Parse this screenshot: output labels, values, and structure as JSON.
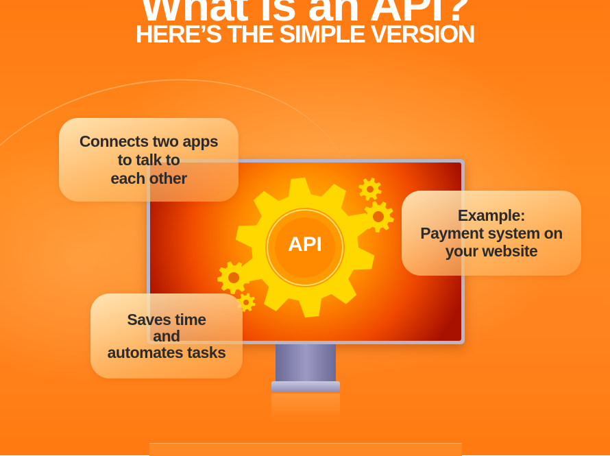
{
  "header": {
    "title": "What is an API?",
    "subtitle": "HERE’S THE SIMPLE VERSION"
  },
  "monitor": {
    "center_label": "API"
  },
  "callouts": [
    {
      "text": "Connects two apps\nto talk to\neach other"
    },
    {
      "text": "Example:\nPayment system on\nyour website"
    },
    {
      "text": "Saves time\nand\nautomates tasks"
    }
  ],
  "icons": [
    "gear-icon-large",
    "gear-icon-small",
    "gear-icon-small",
    "gear-icon-small",
    "gear-icon-small"
  ],
  "colors": {
    "background": "#ff7a12",
    "gear": "#ffd800",
    "text_light": "#ffffff",
    "text_dark": "#2b2b2b"
  }
}
